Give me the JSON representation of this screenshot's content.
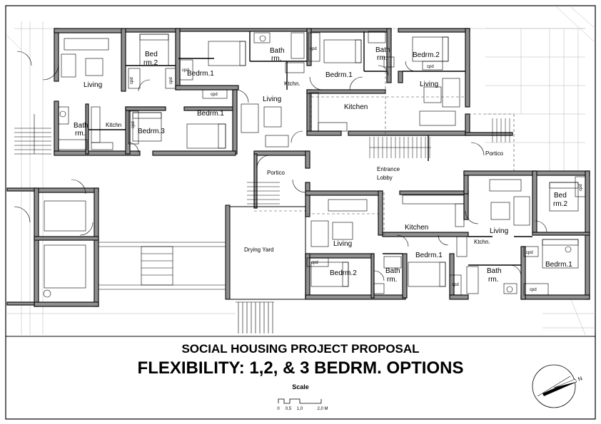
{
  "title_block": {
    "project_title": "SOCIAL HOUSING PROJECT PROPOSAL",
    "subtitle": "FLEXIBILITY: 1,2, & 3 BEDRM. OPTIONS",
    "scale_label": "Scale",
    "scale_ticks": [
      "0",
      "0,5",
      "1,0",
      "2,0 M"
    ],
    "north_label": "N"
  },
  "rooms": {
    "bed_rm2_top": "Bed",
    "bed_rm2_top_b": "rm.2",
    "bedrm1_a": "Bedrm.1",
    "bedrm1_b": "Bedrm.1",
    "bedrm1_c": "Bedrm.1",
    "bedrm2_top": "Bedrm.2",
    "bedrm3": "Bedrm.3",
    "living_left": "Living",
    "living_mid": "Living",
    "living_right_top": "Living",
    "living_bottom_left": "Living",
    "living_bottom_right": "Living",
    "kitchen_top": "Kitchen",
    "kitchen_bottom": "Kitchen",
    "kitchn_small": "Kitchn",
    "ktchn_small": "Ktchn.",
    "ktchn_small_b": "Ktchn.",
    "bath_a": "Bath",
    "bath_a2": "rm.",
    "bath_b": "Bath",
    "bath_b2": "rm.",
    "bath_c": "Bath",
    "bath_c2": "rm.",
    "bath_d": "Bath",
    "bath_d2": "rm.",
    "bath_e": "Bath",
    "bath_e2": "rm.",
    "entrance_lobby": "Entrance",
    "entrance_lobby2": "Lobby",
    "portico_left": "Portico",
    "portico_right": "Portico",
    "drying_yard": "Drying Yard",
    "bedrm2_bottom": "Bedrm.2",
    "bedrm1_bottom": "Bedrm.1",
    "bed_rm2_br": "Bed",
    "bed_rm2_br_b": "rm.2",
    "bedrm1_br": "Bedrm.1",
    "cpd": "cpd"
  },
  "colors": {
    "wall": "#1a1a1a",
    "wall_fill": "#a0a0a0",
    "line": "#000000",
    "faint": "#9a9a9a"
  }
}
